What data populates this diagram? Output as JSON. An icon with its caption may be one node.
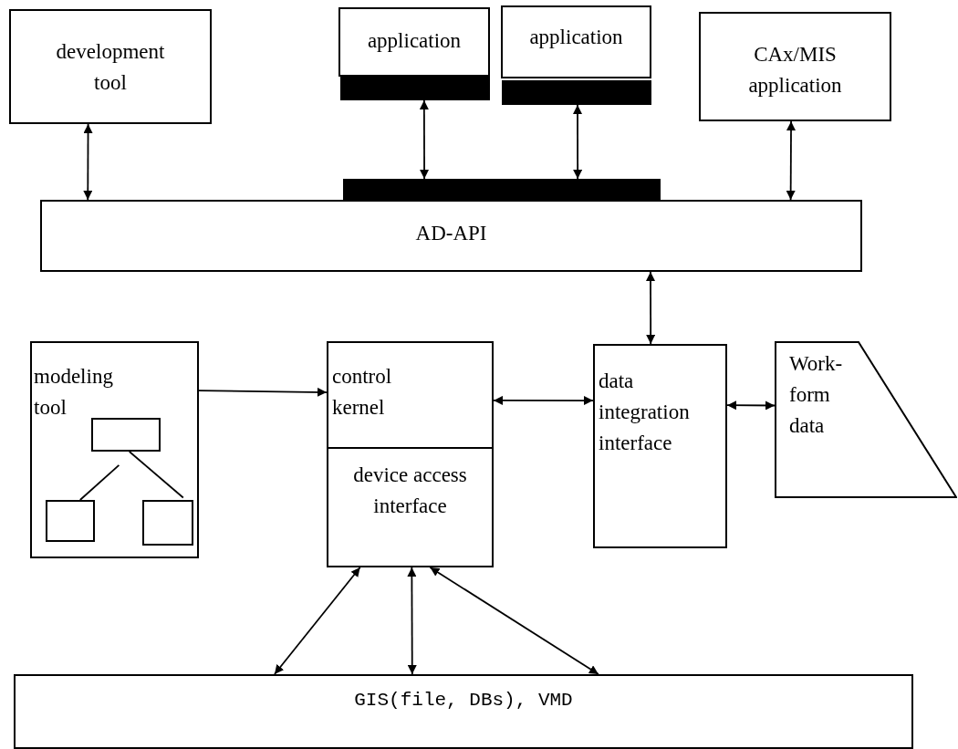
{
  "diagram": {
    "nodes": [
      {
        "text": [
          "development tool"
        ]
      },
      {
        "text": [
          "application"
        ]
      },
      {
        "text": [],
        "shape": "bar"
      },
      {
        "text": [
          "application"
        ]
      },
      {
        "text": [],
        "shape": "bar"
      },
      {
        "text": [
          "CAx/MIS application"
        ]
      },
      {
        "text": [
          "AD-API"
        ]
      },
      {
        "text": [],
        "shape": "bar"
      },
      {
        "text": [
          "modeling tool"
        ]
      },
      {
        "text": [],
        "shape": "box",
        "in": 8
      },
      {
        "text": [],
        "shape": "box",
        "in": 8
      },
      {
        "text": [],
        "shape": "box",
        "in": 8
      },
      {
        "text": [
          "control kernel"
        ]
      },
      {
        "text": [
          "device access interface"
        ]
      },
      {
        "text": [
          "data integration interface"
        ]
      },
      {
        "text": [
          "Work-form data"
        ]
      },
      {
        "text": [
          "GIS(file, DBs), VMD"
        ]
      }
    ],
    "edges": [
      {
        "from": 0,
        "to": 6,
        "arrow": "both"
      },
      {
        "from": 2,
        "to": 7,
        "arrow": "both"
      },
      {
        "from": 4,
        "to": 7,
        "arrow": "both"
      },
      {
        "from": 5,
        "to": 6,
        "arrow": "both"
      },
      {
        "from": 6,
        "to": 14,
        "arrow": "both"
      },
      {
        "from": 9,
        "to": 10,
        "arrow": "none"
      },
      {
        "from": 9,
        "to": 11,
        "arrow": "none"
      },
      {
        "from": 8,
        "to": 12,
        "arrow": "to"
      },
      {
        "from": 12,
        "to": 14,
        "arrow": "both"
      },
      {
        "from": 14,
        "to": 15,
        "arrow": "both"
      },
      {
        "from": 13,
        "to": 16,
        "arrow": "both"
      },
      {
        "from": 13,
        "to": 16,
        "arrow": "both"
      },
      {
        "from": 13,
        "to": 16,
        "arrow": "both"
      }
    ]
  }
}
